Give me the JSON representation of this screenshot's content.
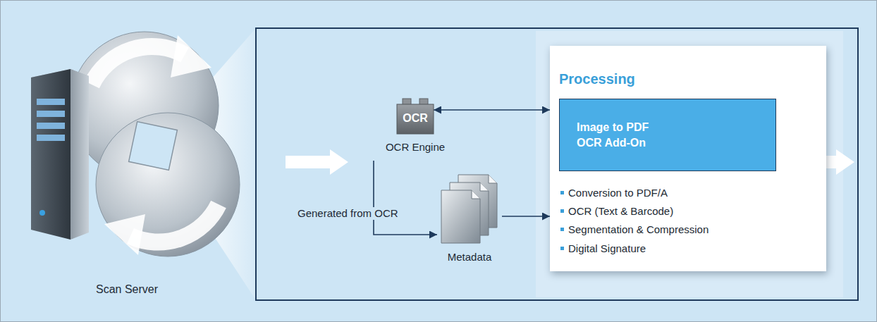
{
  "diagram": {
    "nodes": [
      {
        "text": [
          "Scan Server"
        ]
      },
      {
        "text": [
          "OCR",
          "OCR Engine"
        ]
      },
      {
        "text": [
          "Metadata"
        ]
      },
      {
        "text": [
          "Processing",
          "Conversion to PDF/A",
          "OCR (Text & Barcode)",
          "Segmentation & Compression",
          "Digital Signature"
        ]
      },
      {
        "text": [
          "Image to PDF OCR Add-On"
        ],
        "in": 3
      }
    ],
    "edges": [
      {
        "from": 1,
        "to": 3,
        "arrow": "both"
      },
      {
        "from": 1,
        "to": 2,
        "label": "Generated from OCR",
        "arrow": "to"
      },
      {
        "from": 2,
        "to": 3,
        "arrow": "to"
      }
    ]
  }
}
